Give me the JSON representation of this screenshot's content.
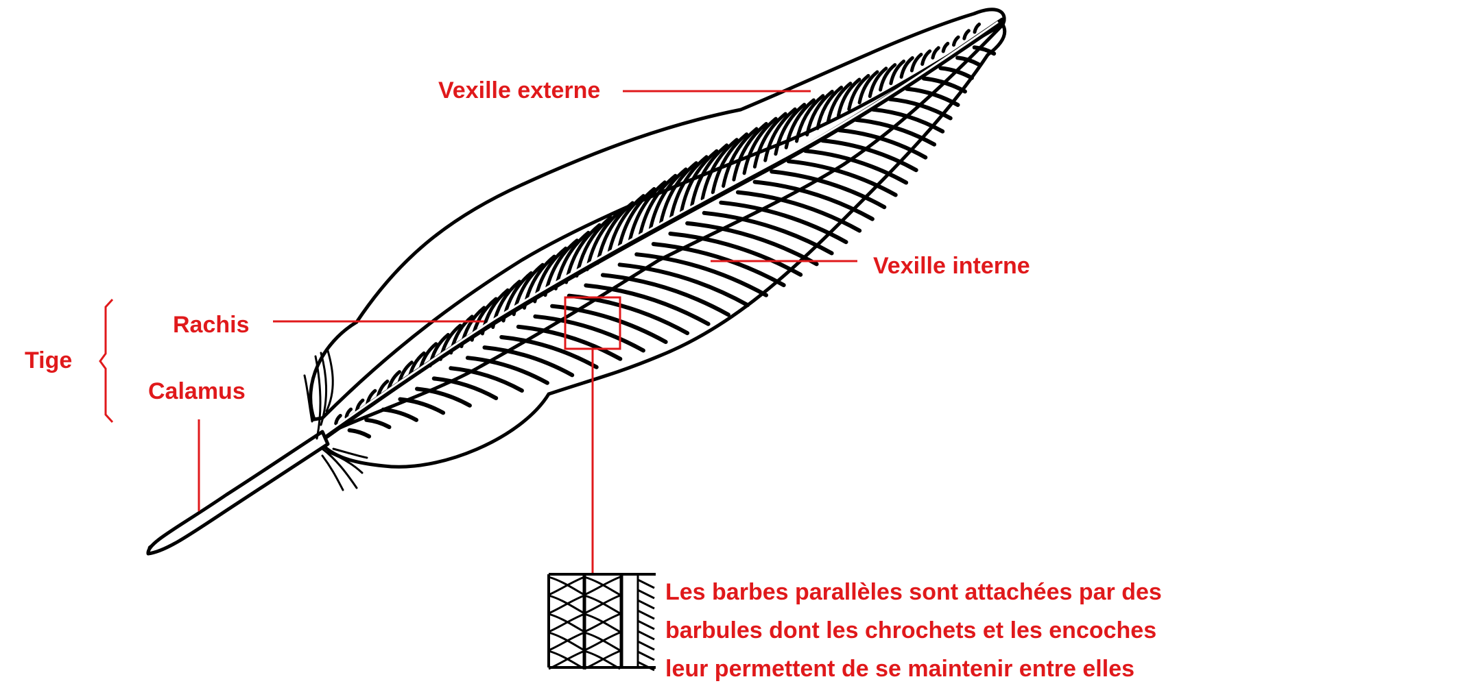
{
  "diagram": {
    "labels": {
      "vexille_externe": "Vexille externe",
      "vexille_interne": "Vexille interne",
      "rachis": "Rachis",
      "calamus": "Calamus",
      "tige": "Tige"
    },
    "caption_lines": [
      "Les barbes parallèles sont attachées par des",
      "barbules dont les chrochets et les encoches",
      "leur permettent de se maintenir entre elles"
    ]
  },
  "colors": {
    "annotation": "#e0191b",
    "ink": "#000000",
    "background": "#ffffff"
  }
}
